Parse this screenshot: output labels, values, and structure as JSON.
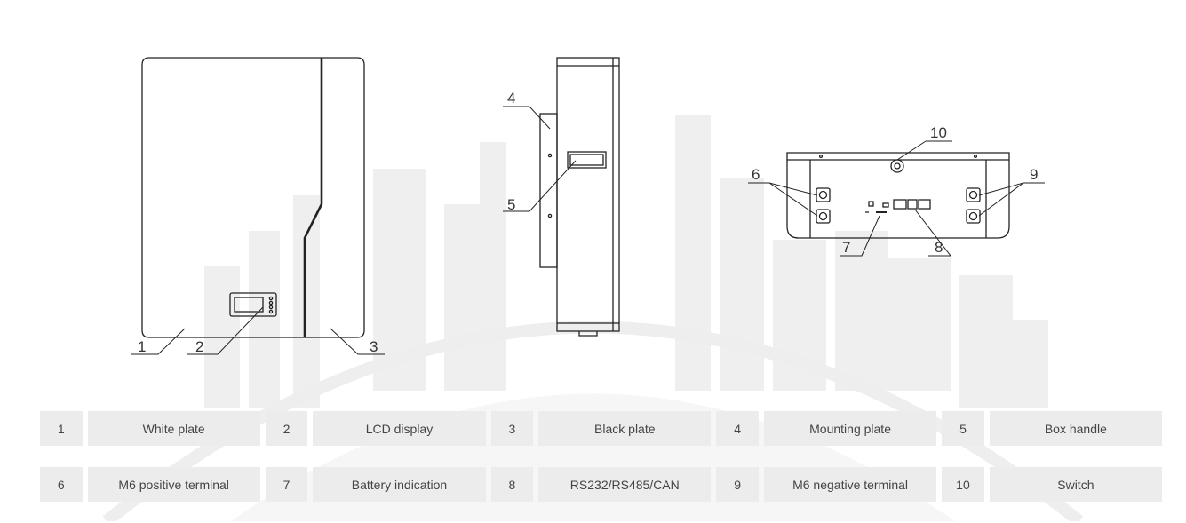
{
  "callouts": [
    "1",
    "2",
    "3",
    "4",
    "5",
    "6",
    "7",
    "8",
    "9",
    "10"
  ],
  "legend": {
    "rows": [
      [
        {
          "num": "1",
          "label": "White plate"
        },
        {
          "num": "2",
          "label": "LCD display"
        },
        {
          "num": "3",
          "label": "Black plate"
        },
        {
          "num": "4",
          "label": "Mounting plate"
        },
        {
          "num": "5",
          "label": "Box handle"
        }
      ],
      [
        {
          "num": "6",
          "label": "M6 positive terminal"
        },
        {
          "num": "7",
          "label": "Battery indication"
        },
        {
          "num": "8",
          "label": "RS232/RS485/CAN"
        },
        {
          "num": "9",
          "label": "M6 negative terminal"
        },
        {
          "num": "10",
          "label": "Switch"
        }
      ]
    ]
  },
  "colors": {
    "line": "#222222",
    "watermark": "#e6e6e6",
    "cell": "#ececec"
  }
}
